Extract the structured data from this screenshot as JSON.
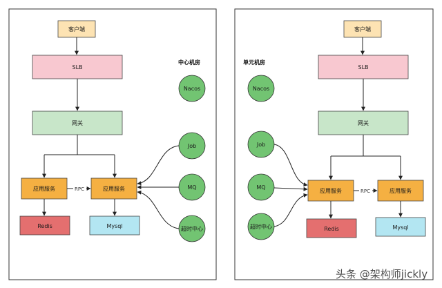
{
  "left_panel": {
    "zone_label": "中心机房",
    "client": "客户端",
    "slb": "SLB",
    "gateway": "网关",
    "app_service_a": "应用服务",
    "app_service_b": "应用服务",
    "rpc_label": "RPC",
    "redis": "Redis",
    "mysql": "Mysql",
    "nacos": "Nacos",
    "job": "Job",
    "mq": "MQ",
    "timeout_center": "超时中心"
  },
  "right_panel": {
    "zone_label": "单元机房",
    "client": "客户端",
    "slb": "SLB",
    "gateway": "网关",
    "app_service_a": "应用服务",
    "app_service_b": "应用服务",
    "rpc_label": "RPC",
    "redis": "Redis",
    "mysql": "Mysql",
    "nacos": "Nacos",
    "job": "Job",
    "mq": "MQ",
    "timeout_center": "超时中心"
  },
  "watermark": "头条 @架构师jickly",
  "colors": {
    "client": "#fde3b3",
    "slb": "#f8c8d0",
    "gateway": "#c8e6c9",
    "app_service": "#f5b042",
    "redis": "#e46f6f",
    "mysql": "#b3e6f2",
    "circle": "#72c472",
    "line": "#222222"
  }
}
